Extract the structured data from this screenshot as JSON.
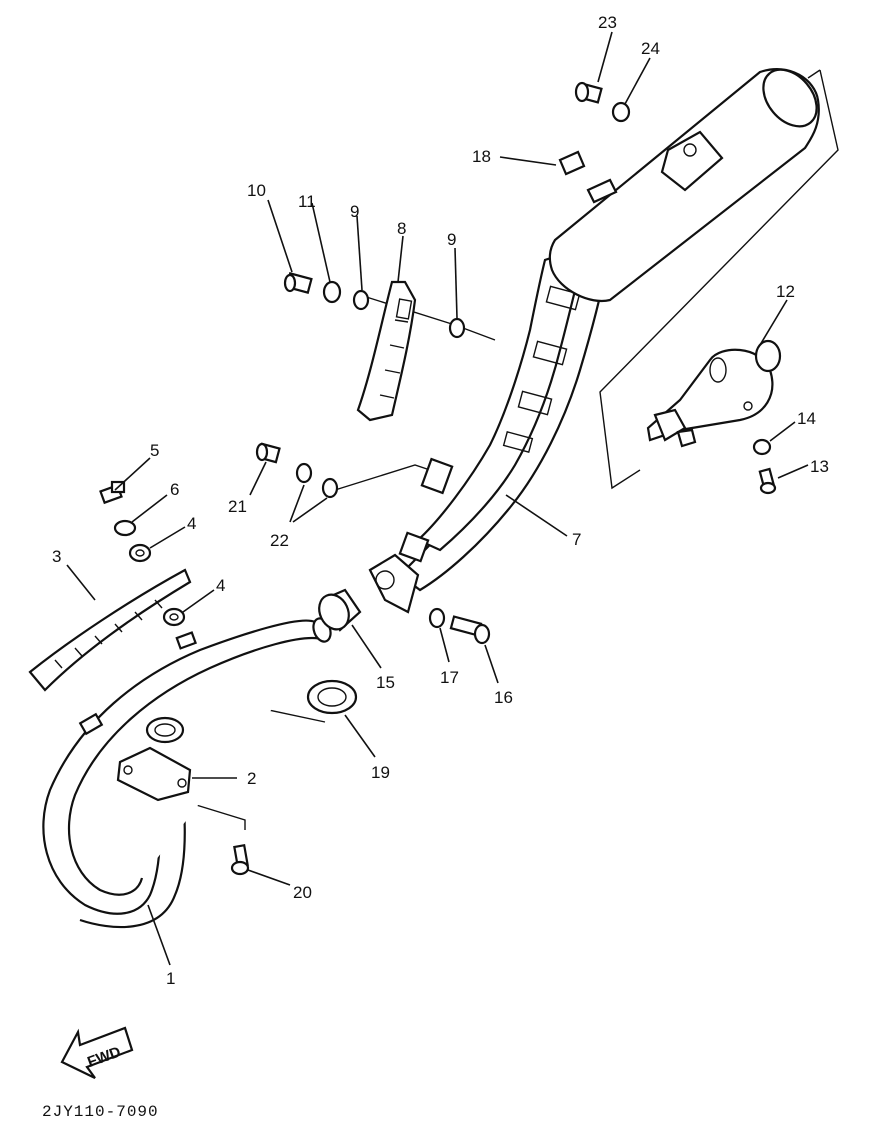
{
  "callouts": {
    "p1": "1",
    "p2": "2",
    "p3": "3",
    "p4a": "4",
    "p4b": "4",
    "p5": "5",
    "p6": "6",
    "p7": "7",
    "p8": "8",
    "p9a": "9",
    "p9b": "9",
    "p10": "10",
    "p11": "11",
    "p12": "12",
    "p13": "13",
    "p14": "14",
    "p15": "15",
    "p16": "16",
    "p17": "17",
    "p18": "18",
    "p19": "19",
    "p20": "20",
    "p21": "21",
    "p22": "22",
    "p23": "23",
    "p24": "24"
  },
  "fwd_label": "FWD",
  "diagram_code": "2JY110-7090"
}
